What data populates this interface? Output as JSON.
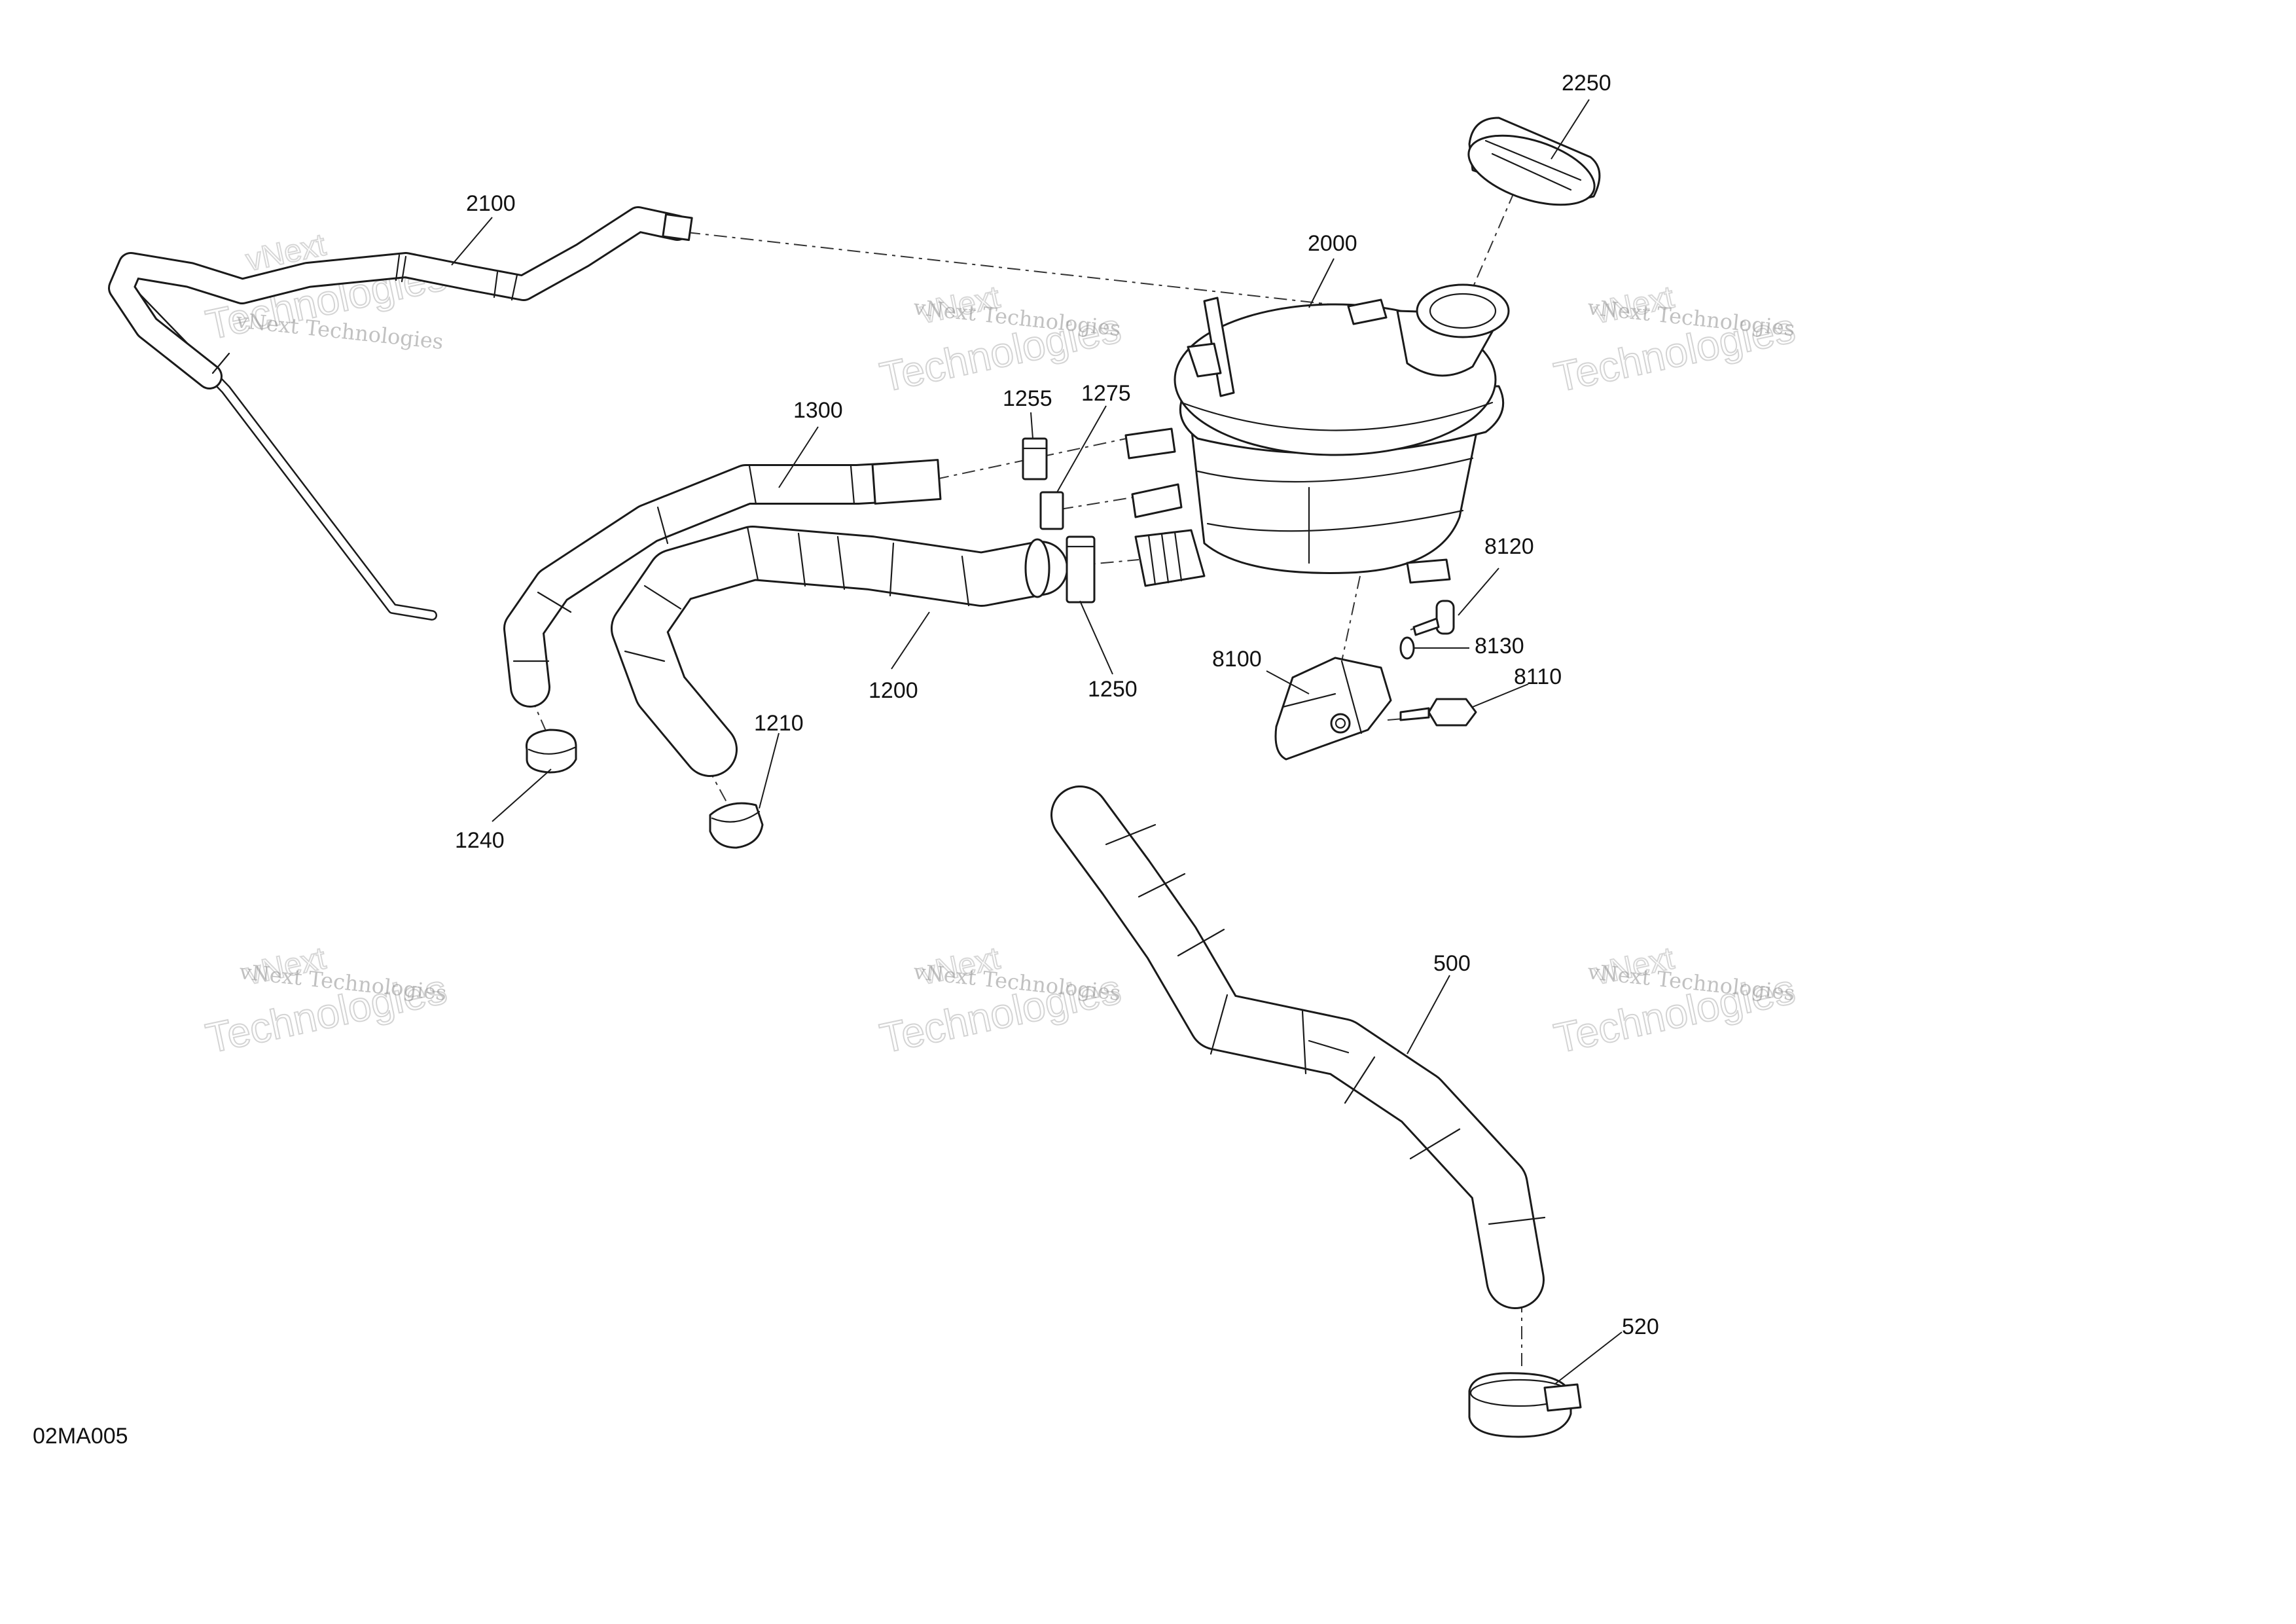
{
  "diagram_code": "02MA005",
  "watermark": {
    "line1": "vNext Technologies",
    "line2": "Technologies",
    "line3": "vNext"
  },
  "part_labels": [
    {
      "id": "2250",
      "text": "2250"
    },
    {
      "id": "2100",
      "text": "2100"
    },
    {
      "id": "2000",
      "text": "2000"
    },
    {
      "id": "1255",
      "text": "1255"
    },
    {
      "id": "1275",
      "text": "1275"
    },
    {
      "id": "1300",
      "text": "1300"
    },
    {
      "id": "8120",
      "text": "8120"
    },
    {
      "id": "8130",
      "text": "8130"
    },
    {
      "id": "8100",
      "text": "8100"
    },
    {
      "id": "8110",
      "text": "8110"
    },
    {
      "id": "1200",
      "text": "1200"
    },
    {
      "id": "1250",
      "text": "1250"
    },
    {
      "id": "1210",
      "text": "1210"
    },
    {
      "id": "1240",
      "text": "1240"
    },
    {
      "id": "500",
      "text": "500"
    },
    {
      "id": "520",
      "text": "520"
    }
  ]
}
